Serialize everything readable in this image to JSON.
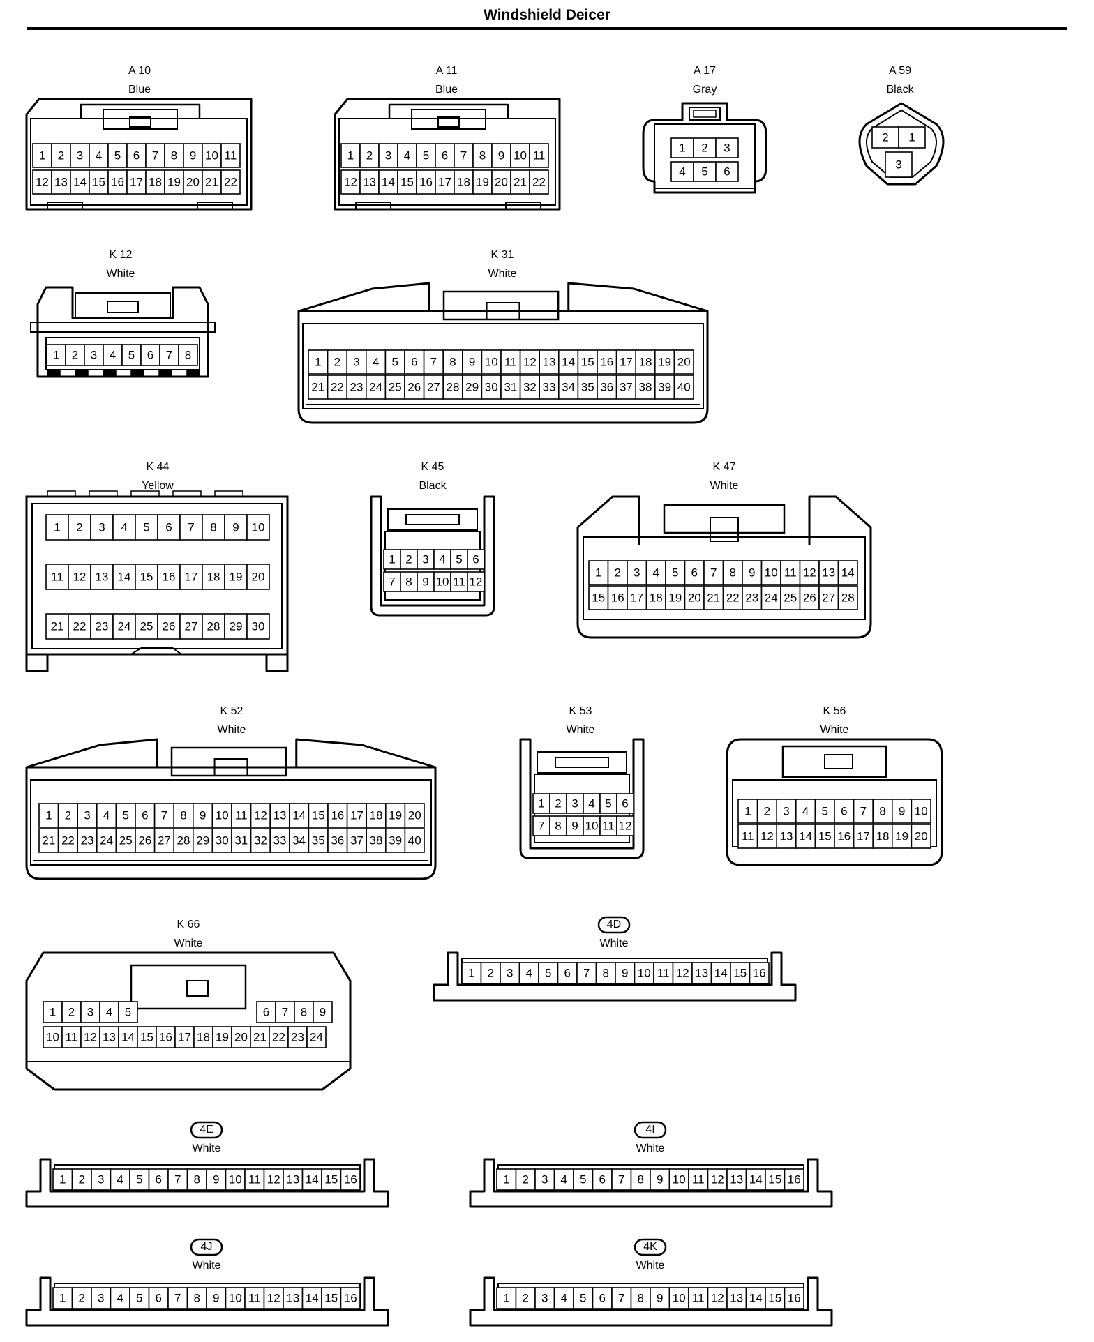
{
  "title": "Windshield Deicer",
  "connectors": [
    {
      "code": "A 10",
      "color": "Blue",
      "tag": false,
      "rows": [
        [
          "1",
          "2",
          "3",
          "4",
          "5",
          "6",
          "7",
          "8",
          "9",
          "10",
          "11"
        ],
        [
          "12",
          "13",
          "14",
          "15",
          "16",
          "17",
          "18",
          "19",
          "20",
          "21",
          "22"
        ]
      ]
    },
    {
      "code": "A 11",
      "color": "Blue",
      "tag": false,
      "rows": [
        [
          "1",
          "2",
          "3",
          "4",
          "5",
          "6",
          "7",
          "8",
          "9",
          "10",
          "11"
        ],
        [
          "12",
          "13",
          "14",
          "15",
          "16",
          "17",
          "18",
          "19",
          "20",
          "21",
          "22"
        ]
      ]
    },
    {
      "code": "A 17",
      "color": "Gray",
      "tag": false,
      "rows": [
        [
          "1",
          "2",
          "3"
        ],
        [
          "4",
          "5",
          "6"
        ]
      ]
    },
    {
      "code": "A 59",
      "color": "Black",
      "tag": false,
      "rows": [
        [
          "2",
          "1"
        ],
        [
          "3"
        ]
      ]
    },
    {
      "code": "K 12",
      "color": "White",
      "tag": false,
      "rows": [
        [
          "1",
          "2",
          "3",
          "4",
          "5",
          "6",
          "7",
          "8"
        ]
      ]
    },
    {
      "code": "K 31",
      "color": "White",
      "tag": false,
      "rows": [
        [
          "1",
          "2",
          "3",
          "4",
          "5",
          "6",
          "7",
          "8",
          "9",
          "10",
          "11",
          "12",
          "13",
          "14",
          "15",
          "16",
          "17",
          "18",
          "19",
          "20"
        ],
        [
          "21",
          "22",
          "23",
          "24",
          "25",
          "26",
          "27",
          "28",
          "29",
          "30",
          "31",
          "32",
          "33",
          "34",
          "35",
          "36",
          "37",
          "38",
          "39",
          "40"
        ]
      ]
    },
    {
      "code": "K 44",
      "color": "Yellow",
      "tag": false,
      "rows": [
        [
          "1",
          "2",
          "3",
          "4",
          "5",
          "6",
          "7",
          "8",
          "9",
          "10"
        ],
        [
          "11",
          "12",
          "13",
          "14",
          "15",
          "16",
          "17",
          "18",
          "19",
          "20"
        ],
        [
          "21",
          "22",
          "23",
          "24",
          "25",
          "26",
          "27",
          "28",
          "29",
          "30"
        ]
      ]
    },
    {
      "code": "K 45",
      "color": "Black",
      "tag": false,
      "rows": [
        [
          "1",
          "2",
          "3",
          "4",
          "5",
          "6"
        ],
        [
          "7",
          "8",
          "9",
          "10",
          "11",
          "12"
        ]
      ]
    },
    {
      "code": "K 47",
      "color": "White",
      "tag": false,
      "rows": [
        [
          "1",
          "2",
          "3",
          "4",
          "5",
          "6",
          "7",
          "8",
          "9",
          "10",
          "11",
          "12",
          "13",
          "14"
        ],
        [
          "15",
          "16",
          "17",
          "18",
          "19",
          "20",
          "21",
          "22",
          "23",
          "24",
          "25",
          "26",
          "27",
          "28"
        ]
      ]
    },
    {
      "code": "K 52",
      "color": "White",
      "tag": false,
      "rows": [
        [
          "1",
          "2",
          "3",
          "4",
          "5",
          "6",
          "7",
          "8",
          "9",
          "10",
          "11",
          "12",
          "13",
          "14",
          "15",
          "16",
          "17",
          "18",
          "19",
          "20"
        ],
        [
          "21",
          "22",
          "23",
          "24",
          "25",
          "26",
          "27",
          "28",
          "29",
          "30",
          "31",
          "32",
          "33",
          "34",
          "35",
          "36",
          "37",
          "38",
          "39",
          "40"
        ]
      ]
    },
    {
      "code": "K 53",
      "color": "White",
      "tag": false,
      "rows": [
        [
          "1",
          "2",
          "3",
          "4",
          "5",
          "6"
        ],
        [
          "7",
          "8",
          "9",
          "10",
          "11",
          "12"
        ]
      ]
    },
    {
      "code": "K 56",
      "color": "White",
      "tag": false,
      "rows": [
        [
          "1",
          "2",
          "3",
          "4",
          "5",
          "6",
          "7",
          "8",
          "9",
          "10"
        ],
        [
          "11",
          "12",
          "13",
          "14",
          "15",
          "16",
          "17",
          "18",
          "19",
          "20"
        ]
      ]
    },
    {
      "code": "K 66",
      "color": "White",
      "tag": false,
      "rows": [
        [
          "1",
          "2",
          "3",
          "4",
          "5",
          "6",
          "7",
          "8",
          "9"
        ],
        [
          "10",
          "11",
          "12",
          "13",
          "14",
          "15",
          "16",
          "17",
          "18",
          "19",
          "20",
          "21",
          "22",
          "23",
          "24"
        ]
      ]
    },
    {
      "code": "4D",
      "color": "White",
      "tag": true,
      "rows": [
        [
          "1",
          "2",
          "3",
          "4",
          "5",
          "6",
          "7",
          "8",
          "9",
          "10",
          "11",
          "12",
          "13",
          "14",
          "15",
          "16"
        ]
      ]
    },
    {
      "code": "4E",
      "color": "White",
      "tag": true,
      "rows": [
        [
          "1",
          "2",
          "3",
          "4",
          "5",
          "6",
          "7",
          "8",
          "9",
          "10",
          "11",
          "12",
          "13",
          "14",
          "15",
          "16"
        ]
      ]
    },
    {
      "code": "4I",
      "color": "White",
      "tag": true,
      "rows": [
        [
          "1",
          "2",
          "3",
          "4",
          "5",
          "6",
          "7",
          "8",
          "9",
          "10",
          "11",
          "12",
          "13",
          "14",
          "15",
          "16"
        ]
      ]
    },
    {
      "code": "4J",
      "color": "White",
      "tag": true,
      "rows": [
        [
          "1",
          "2",
          "3",
          "4",
          "5",
          "6",
          "7",
          "8",
          "9",
          "10",
          "11",
          "12",
          "13",
          "14",
          "15",
          "16"
        ]
      ]
    },
    {
      "code": "4K",
      "color": "White",
      "tag": true,
      "rows": [
        [
          "1",
          "2",
          "3",
          "4",
          "5",
          "6",
          "7",
          "8",
          "9",
          "10",
          "11",
          "12",
          "13",
          "14",
          "15",
          "16"
        ]
      ]
    }
  ]
}
